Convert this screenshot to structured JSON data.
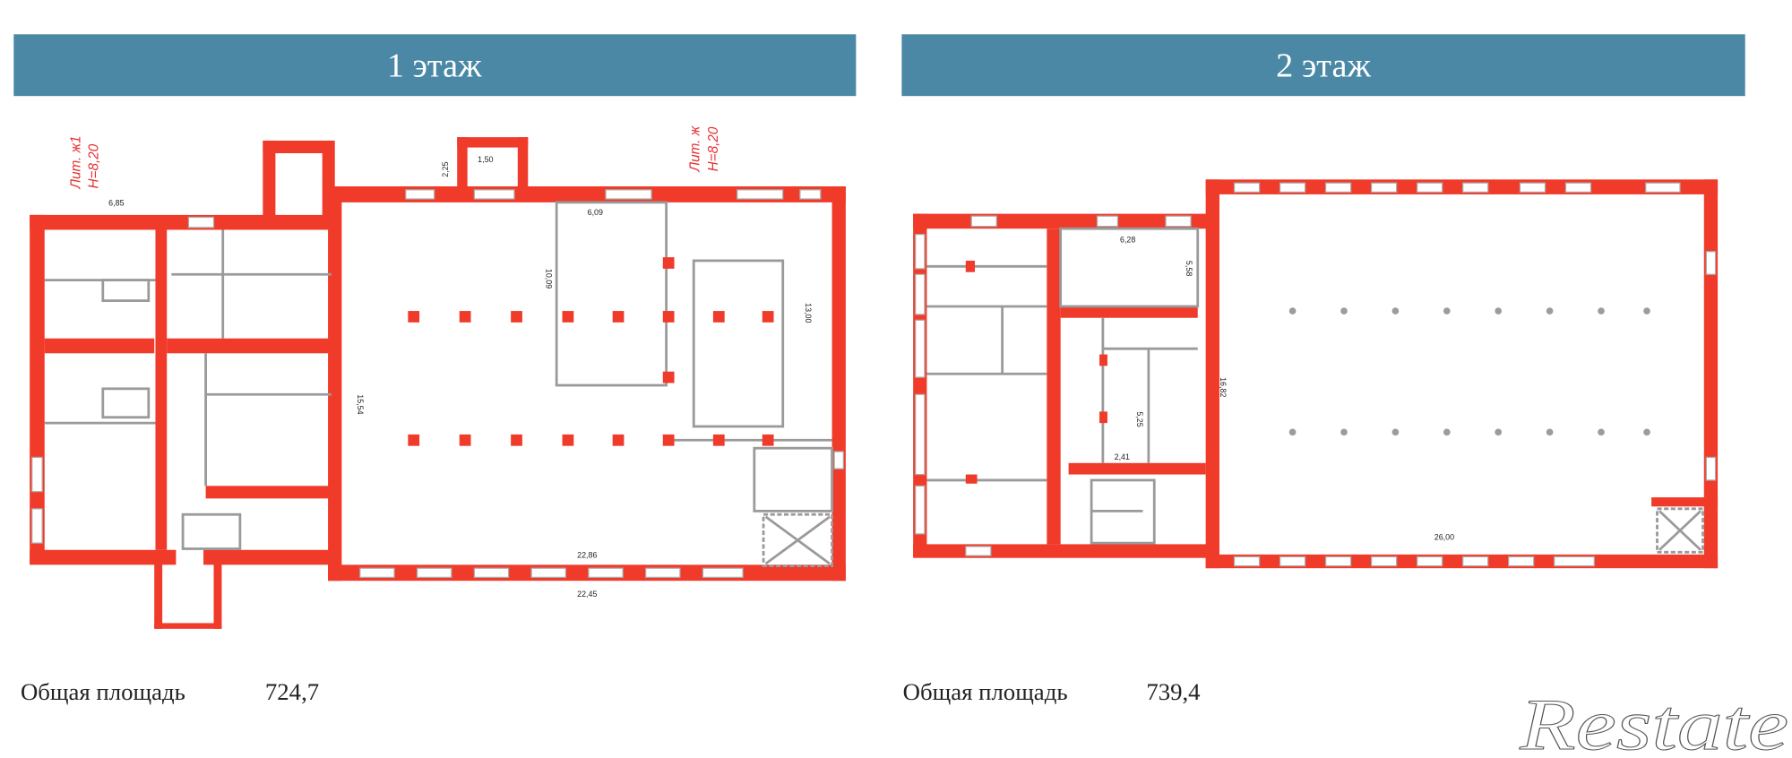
{
  "floor1": {
    "title": "1 этаж",
    "total_area_label": "Общая площадь",
    "total_area_value": "724,7",
    "annotations": [
      "Лит. ж1",
      "Н=8,20",
      "Лит. ж",
      "Н=8,20"
    ],
    "dimensions": [
      "6,85",
      "22,86",
      "22,45",
      "15,54",
      "13,00",
      "6,09",
      "10,09",
      "1,50",
      "2,25"
    ]
  },
  "floor2": {
    "title": "2 этаж",
    "total_area_label": "Общая площадь",
    "total_area_value": "739,4",
    "dimensions": [
      "26,00",
      "16,82",
      "6,28",
      "5,58",
      "2,41",
      "5,25"
    ]
  },
  "logo": {
    "text": "Restate"
  },
  "colors": {
    "header": "#4a88a6",
    "walls": "#f03a2a",
    "partitions": "#9a9a9a",
    "room_labels": "#2d3fcf"
  }
}
